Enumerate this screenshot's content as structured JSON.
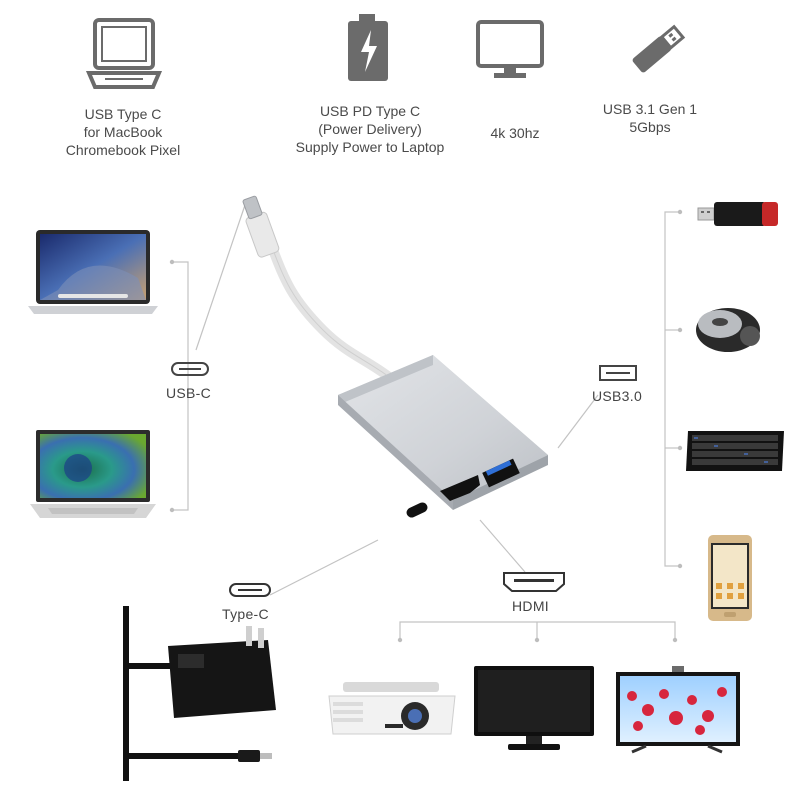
{
  "top_features": [
    {
      "icon": "laptop-icon",
      "lines": [
        "USB Type C",
        "for MacBook",
        "Chromebook Pixel"
      ]
    },
    {
      "icon": "battery-charge-icon",
      "lines": [
        "USB PD Type C",
        "(Power Delivery)",
        "Supply Power to Laptop"
      ]
    },
    {
      "icon": "monitor-icon",
      "lines": [
        "4k 30hz"
      ]
    },
    {
      "icon": "usb-stick-icon",
      "lines": [
        "USB 3.1 Gen 1",
        "5Gbps"
      ]
    }
  ],
  "ports": {
    "usb_c_label": "USB-C",
    "usb3_label": "USB3.0",
    "type_c_label": "Type-C",
    "hdmi_label": "HDMI"
  },
  "colors": {
    "line": "#bdbdbd",
    "adapter_silver": "#d9dbe0",
    "usb_blue": "#2f6fd6"
  }
}
